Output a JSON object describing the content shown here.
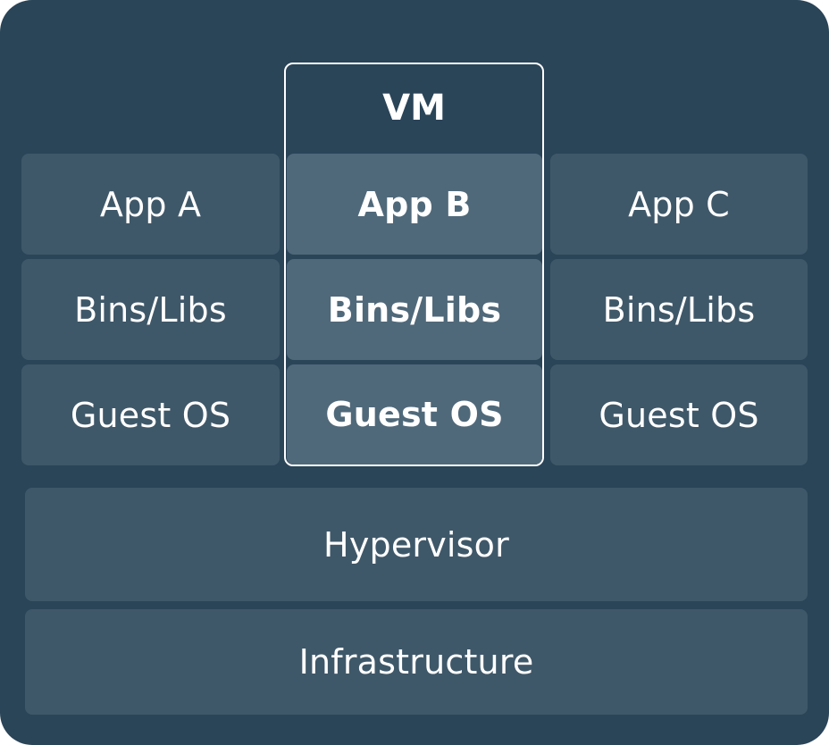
{
  "vm": {
    "label": "VM"
  },
  "stacks": {
    "left": {
      "app": "App A",
      "bins": "Bins/Libs",
      "os": "Guest OS"
    },
    "center": {
      "app": "App B",
      "bins": "Bins/Libs",
      "os": "Guest OS"
    },
    "right": {
      "app": "App C",
      "bins": "Bins/Libs",
      "os": "Guest OS"
    }
  },
  "layers": {
    "hypervisor": "Hypervisor",
    "infrastructure": "Infrastructure"
  },
  "colors": {
    "background": "#2a4458",
    "block": "#3f5869",
    "vm_block": "#50697a",
    "outline": "#ffffff",
    "text": "#ffffff"
  }
}
